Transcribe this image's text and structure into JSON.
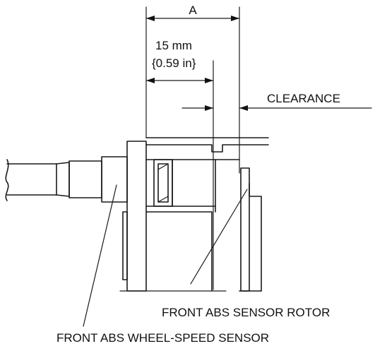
{
  "dimension_a": "A",
  "dimension_mm": "15 mm",
  "dimension_in": "{0.59 in}",
  "label_clearance": "CLEARANCE",
  "label_rotor": "FRONT ABS SENSOR ROTOR",
  "label_sensor": "FRONT ABS WHEEL-SPEED SENSOR",
  "line_color": "#1a1a1a"
}
